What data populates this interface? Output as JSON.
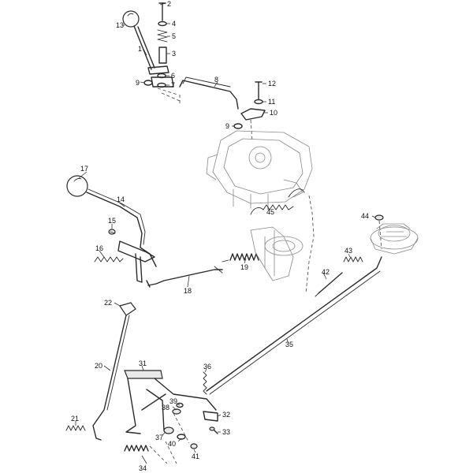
{
  "diagram": {
    "callouts": {
      "c1": "1",
      "c2": "2",
      "c3": "3",
      "c4": "4",
      "c5": "5",
      "c6": "6",
      "c7": "7",
      "c8": "8",
      "c9a": "9",
      "c9b": "9",
      "c10": "10",
      "c11": "11",
      "c12": "12",
      "c13": "13",
      "c14": "14",
      "c15": "15",
      "c16": "16",
      "c17": "17",
      "c18": "18",
      "c19": "19",
      "c20": "20",
      "c21": "21",
      "c22": "22",
      "c31": "31",
      "c32": "32",
      "c33": "33",
      "c34": "34",
      "c35": "35",
      "c36": "36",
      "c37": "37",
      "c38": "38",
      "c39": "39",
      "c40": "40",
      "c41": "41",
      "c42": "42",
      "c43": "43",
      "c44": "44",
      "c45": "45"
    }
  }
}
